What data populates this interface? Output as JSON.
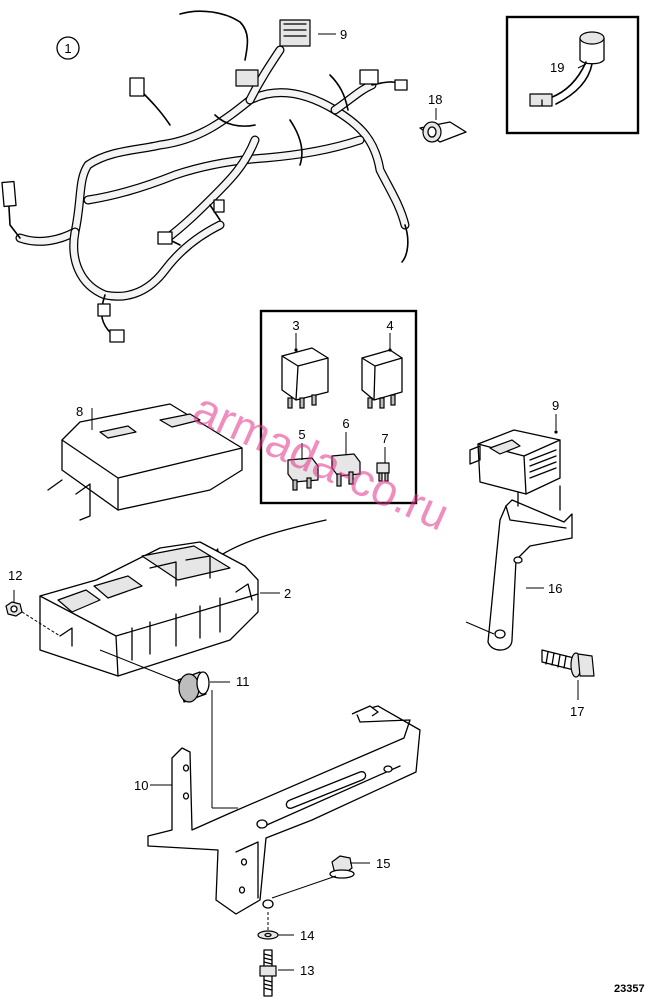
{
  "diagram": {
    "callouts": {
      "c1": "1",
      "c2": "2",
      "c3": "3",
      "c4": "4",
      "c5": "5",
      "c6": "6",
      "c7": "7",
      "c8": "8",
      "c9_top": "9",
      "c9_right": "9",
      "c10": "10",
      "c11": "11",
      "c12": "12",
      "c13": "13",
      "c14": "14",
      "c15": "15",
      "c16": "16",
      "c17": "17",
      "c18": "18",
      "c19": "19"
    },
    "drawing_number": "23357",
    "watermark": "armada-co.ru"
  }
}
